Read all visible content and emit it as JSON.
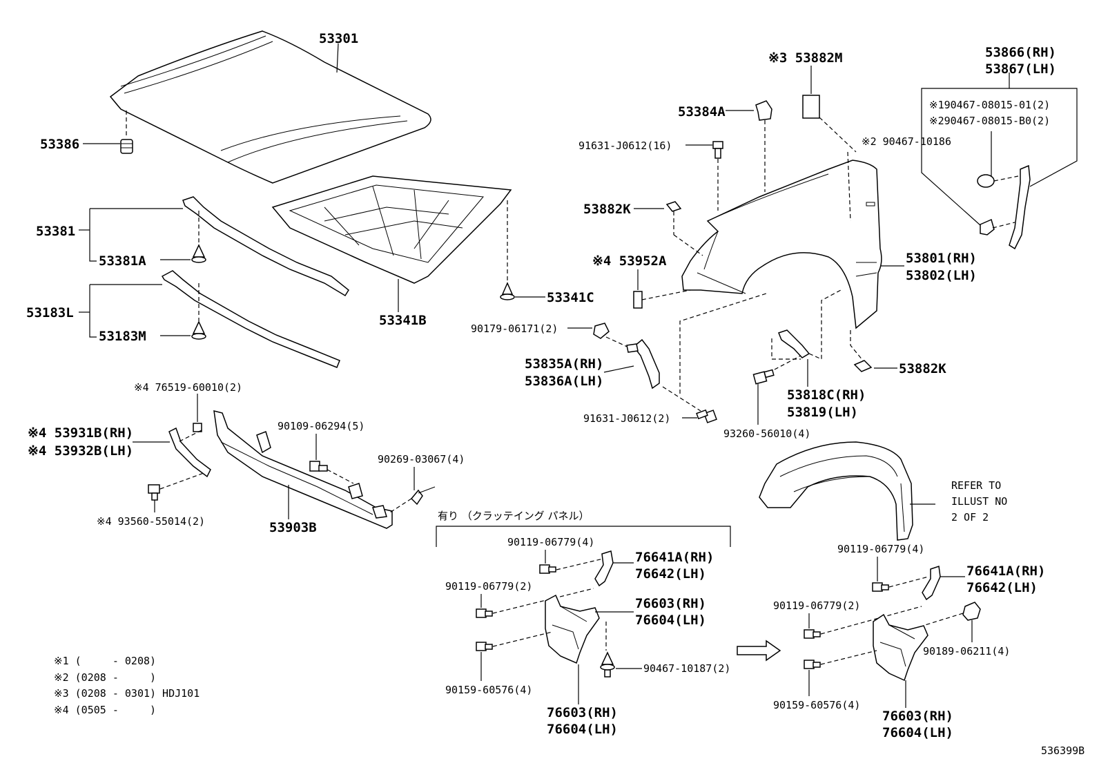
{
  "diagram": {
    "labels": {
      "p53301": "53301",
      "p53386": "53386",
      "p53381": "53381",
      "p53381A": "53381A",
      "p53183L": "53183L",
      "p53183M": "53183M",
      "p53341B": "53341B",
      "p53341C": "53341C",
      "p53882M": "※3 53882M",
      "p53384A": "53384A",
      "p91631_16": "91631-J0612(16)",
      "p53882K_top": "53882K",
      "p53952A": "※4 53952A",
      "p90179": "90179-06171(2)",
      "p53835A": "53835A(RH)",
      "p53836A": "53836A(LH)",
      "p91631_2": "91631-J0612(2)",
      "p53866": "53866(RH)",
      "p53867": "53867(LH)",
      "p90467_01": "※190467-08015-01(2)",
      "p90467_B0": "※290467-08015-B0(2)",
      "p90467_10186": "※2 90467-10186",
      "p53801": "53801(RH)",
      "p53802": "53802(LH)",
      "p53882K_bot": "53882K",
      "p53818C": "53818C(RH)",
      "p53819": "53819(LH)",
      "p93260": "93260-56010(4)",
      "p76519": "※4 76519-60010(2)",
      "p53931B": "※4 53931B(RH)",
      "p53932B": "※4 53932B(LH)",
      "p90109": "90109-06294(5)",
      "p90269": "90269-03067(4)",
      "p93560": "※4 93560-55014(2)",
      "p53903B": "53903B",
      "cladding_title": "有り （クラッテイング パネル）",
      "l_90119_4": "90119-06779(4)",
      "l_76641A": "76641A(RH)",
      "l_76642": "76642(LH)",
      "l_90119_2": "90119-06779(2)",
      "l_76603": "76603(RH)",
      "l_76604": "76604(LH)",
      "l_90467_10187": "90467-10187(2)",
      "l_90159": "90159-60576(4)",
      "l_76603b": "76603(RH)",
      "l_76604b": "76604(LH)",
      "r_90119_4": "90119-06779(4)",
      "r_76641A": "76641A(RH)",
      "r_76642": "76642(LH)",
      "r_90119_2": "90119-06779(2)",
      "r_90189": "90189-06211(4)",
      "r_90159": "90159-60576(4)",
      "r_76603": "76603(RH)",
      "r_76604": "76604(LH)",
      "refer1": "REFER TO",
      "refer2": "ILLUST NO",
      "refer3": "2 OF 2",
      "legend1": "※1 (     - 0208)",
      "legend2": "※2 (0208 -     )",
      "legend3": "※3 (0208 - 0301) HDJ101",
      "legend4": "※4 (0505 -     )",
      "code": "536399B"
    }
  }
}
